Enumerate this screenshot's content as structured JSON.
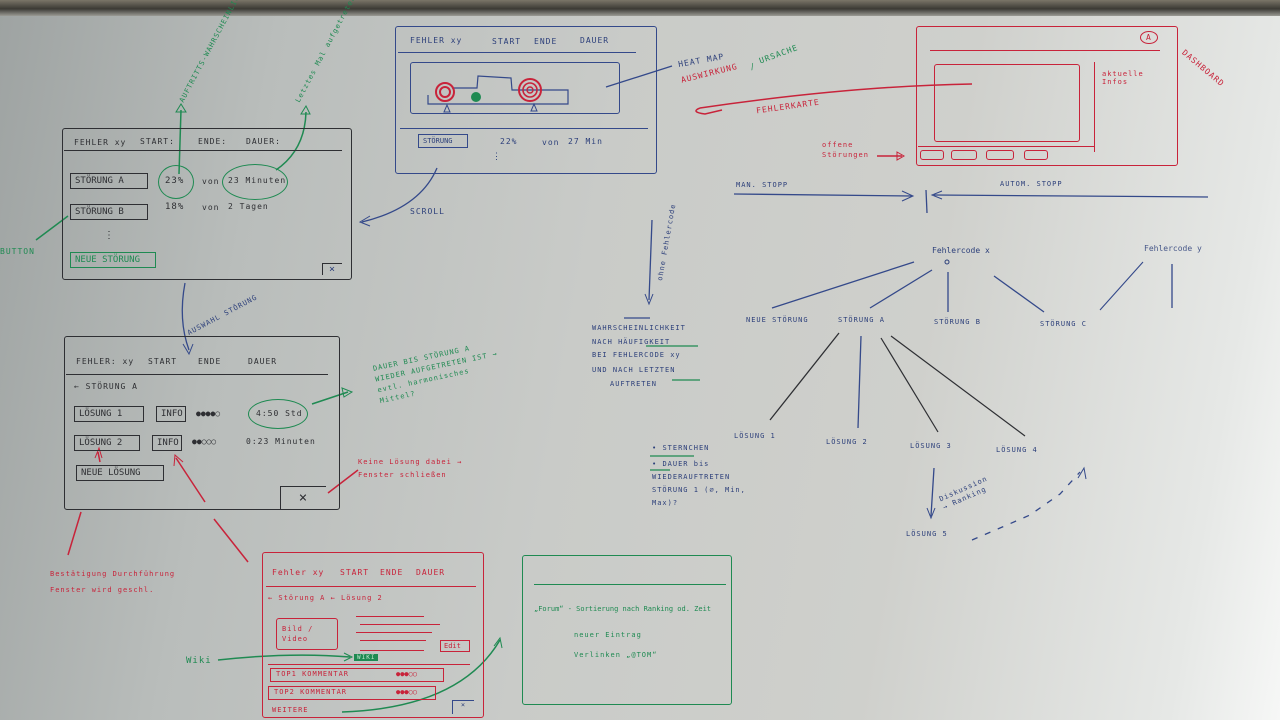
{
  "whiteboard": {
    "sketch_list": {
      "header": [
        "FEHLER xy",
        "START:",
        "ENDE:",
        "DAUER:"
      ],
      "rows": [
        {
          "button": "STÖRUNG A",
          "percent": "23%",
          "of": "von",
          "duration": "23 Minuten"
        },
        {
          "button": "STÖRUNG B",
          "percent": "18%",
          "of": "von",
          "duration": "2 Tagen"
        }
      ],
      "ellipsis": "⋮",
      "new_button": "NEUE STÖRUNG",
      "close": "×",
      "annotations": {
        "probability": "AUFTRITTS-WAHRSCHEINLICHKEIT",
        "last_time": "Letztes Mal aufgetreten",
        "button": "BUTTON",
        "selection": "AUSWAHL STÖRUNG"
      }
    },
    "sketch_heatmap": {
      "header": [
        "FEHLER xy",
        "START",
        "ENDE",
        "DAUER"
      ],
      "row": {
        "button": "STÖRUNG",
        "percent": "22%",
        "of": "von",
        "duration": "27 Min"
      },
      "ellipsis": "⋮",
      "annotations": {
        "heatmap": "HEAT MAP",
        "effect": "AUSWIRKUNG",
        "cause": "URSACHE",
        "separator": "/",
        "scroll": "SCROLL",
        "error_map": "FEHLERKARTE"
      }
    },
    "sketch_dashboard": {
      "title": "DASHBOARD",
      "current_info": "aktuelle Infos",
      "open_faults": "offene Störungen",
      "logo": "A"
    },
    "sketch_detail": {
      "header": [
        "FEHLER: xy",
        "START",
        "ENDE",
        "DAUER"
      ],
      "back": "← STÖRUNG A",
      "rows": [
        {
          "button": "LÖSUNG 1",
          "info": "INFO",
          "rating": "●●●●○",
          "time": "4:50 Std"
        },
        {
          "button": "LÖSUNG 2",
          "info": "INFO",
          "rating": "●●○○○",
          "time": "0:23 Minuten"
        }
      ],
      "new_button": "NEUE LÖSUNG",
      "close": "×",
      "annotations": {
        "duration_note": "DAUER BIS STÖRUNG A WIEDER AUFGETRETEN IST → evtl. harmonisches Mittel?",
        "no_solution": "Keine Lösung dabei → Fenster schließen",
        "confirm": "Bestätigung Durchführung Fenster wird geschl."
      }
    },
    "sketch_solution": {
      "header": [
        "Fehler xy",
        "START",
        "ENDE",
        "DAUER"
      ],
      "breadcrumb": "← Störung A ← Lösung 2",
      "media": "Bild / Video",
      "edit": "Edit",
      "wiki_badge": "WIKI",
      "comments": [
        {
          "label": "TOP1 KOMMENTAR",
          "rating": "●●●○○"
        },
        {
          "label": "TOP2 KOMMENTAR",
          "rating": "●●●○○"
        }
      ],
      "more": "WEITERE",
      "close": "×",
      "wiki_note": "Wiki"
    },
    "sketch_forum": {
      "line1": "„Forum“ - Sortierung nach Ranking od. Zeit",
      "line2": "neuer Eintrag",
      "line3": "Verlinken „@TOM“"
    },
    "flow": {
      "man_stop": "MAN. STOPP",
      "auto_stop": "AUTOM. STOPP",
      "without_code": "ohne Fehlercode",
      "probability_text": [
        "WAHRSCHEINLICHKEIT",
        "NACH HÄUFIGKEIT",
        "BEI FEHLERCODE xy",
        "UND NACH LETZTEN",
        "AUFTRETEN"
      ],
      "bullets": [
        "STERNCHEN",
        "DAUER bis WIEDERAUFTRETEN STÖRUNG 1 (⌀, Min, Max)?"
      ]
    },
    "tree": {
      "root_x": "Fehlercode x",
      "root_y": "Fehlercode y",
      "level1": [
        "NEUE STÖRUNG",
        "STÖRUNG A",
        "STÖRUNG B",
        "STÖRUNG C"
      ],
      "level2": [
        "LÖSUNG 1",
        "LÖSUNG 2",
        "LÖSUNG 3",
        "LÖSUNG 4"
      ],
      "level3": "LÖSUNG 5",
      "discussion": "Diskussion → Ranking"
    },
    "colors": {
      "black_marker": "#2e2f33",
      "blue_marker": "#2c3f7a",
      "green_marker": "#1f8a52",
      "red_marker": "#c8233a"
    }
  }
}
